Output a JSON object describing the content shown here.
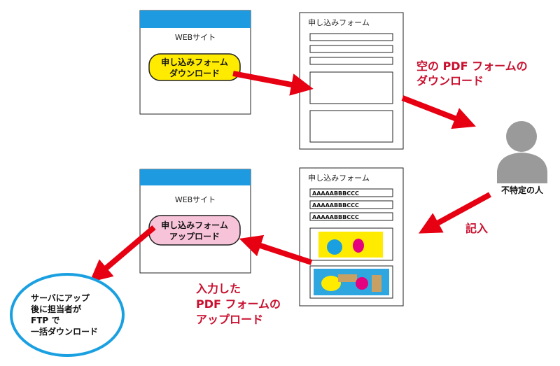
{
  "top_site": {
    "title": "WEBサイト",
    "button_line1": "申し込みフォーム",
    "button_line2": "ダウンロード"
  },
  "top_form": {
    "title": "申し込みフォーム"
  },
  "bottom_site": {
    "title": "WEBサイト",
    "button_line1": "申し込みフォーム",
    "button_line2": "アップロード"
  },
  "bottom_form": {
    "title": "申し込みフォーム",
    "fields": [
      "AAAAABBBCCC",
      "AAAAABBBCCC",
      "AAAAABBBCCC"
    ]
  },
  "person": {
    "label": "不特定の人"
  },
  "labels": {
    "download_line1": "空の PDF フォームの",
    "download_line2": "ダウンロード",
    "fill": "記入",
    "upload_line1": "入力した",
    "upload_line2": "PDF フォームの",
    "upload_line3": "アップロード"
  },
  "server_note": {
    "lines": [
      "サーバにアップ",
      "後に担当者が",
      "FTP で",
      "一括ダウンロード"
    ]
  },
  "colors": {
    "arrow": "#e60012",
    "header": "#1e9be0",
    "yellow": "#ffeb00",
    "pink": "#f7c3d8"
  }
}
